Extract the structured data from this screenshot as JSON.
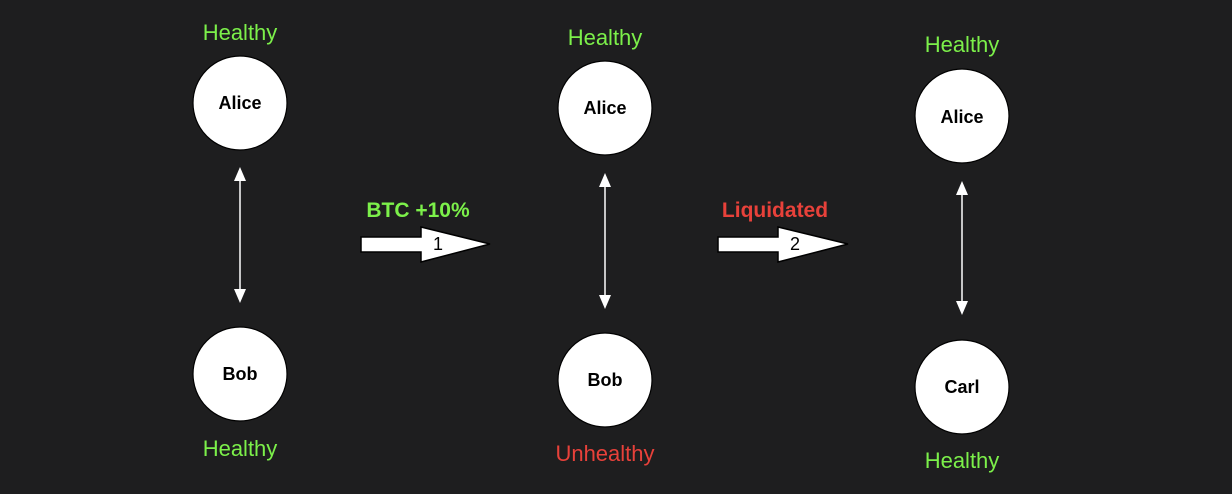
{
  "colors": {
    "background": "#1e1e1f",
    "healthy": "#7cf04a",
    "unhealthy": "#e8413a",
    "node_fill": "#ffffff",
    "link": "#ffffff"
  },
  "stages": [
    {
      "top": {
        "name": "Alice",
        "status": "Healthy",
        "status_kind": "healthy"
      },
      "bottom": {
        "name": "Bob",
        "status": "Healthy",
        "status_kind": "healthy"
      }
    },
    {
      "top": {
        "name": "Alice",
        "status": "Healthy",
        "status_kind": "healthy"
      },
      "bottom": {
        "name": "Bob",
        "status": "Unhealthy",
        "status_kind": "unhealthy"
      }
    },
    {
      "top": {
        "name": "Alice",
        "status": "Healthy",
        "status_kind": "healthy"
      },
      "bottom": {
        "name": "Carl",
        "status": "Healthy",
        "status_kind": "healthy"
      }
    }
  ],
  "transitions": [
    {
      "label": "BTC +10%",
      "label_kind": "healthy",
      "number": "1"
    },
    {
      "label": "Liquidated",
      "label_kind": "unhealthy",
      "number": "2"
    }
  ]
}
